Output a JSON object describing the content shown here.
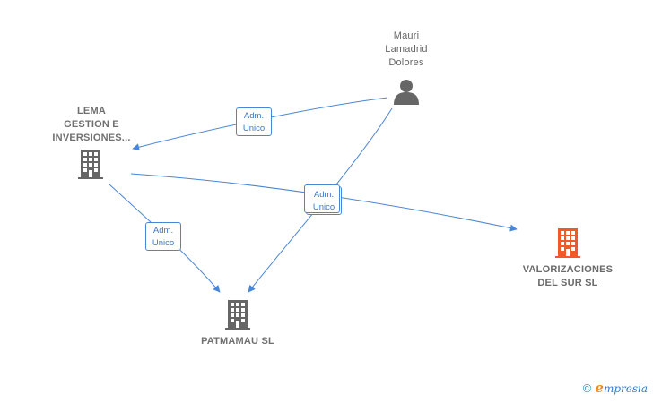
{
  "nodes": {
    "person": {
      "name_lines": [
        "Mauri",
        "Lamadrid",
        "Dolores"
      ],
      "icon": "person-icon",
      "color": "#666666"
    },
    "lema": {
      "name_lines": [
        "LEMA",
        "GESTION E",
        "INVERSIONES..."
      ],
      "icon": "building-icon",
      "color": "#666666"
    },
    "patmamau": {
      "name_lines": [
        "PATMAMAU  SL"
      ],
      "icon": "building-icon",
      "color": "#666666"
    },
    "valorizaciones": {
      "name_lines": [
        "VALORIZACIONES",
        "DEL SUR  SL"
      ],
      "icon": "building-icon",
      "color": "#f05a28"
    }
  },
  "edges": [
    {
      "from": "person",
      "to": "lema",
      "label_lines": [
        "Adm.",
        "Unico"
      ]
    },
    {
      "from": "person",
      "to": "patmamau",
      "label_lines": [
        "Adm.",
        "Unico"
      ]
    },
    {
      "from": "lema",
      "to": "valorizaciones",
      "label_lines": [
        "Adm.",
        "Unico"
      ]
    },
    {
      "from": "lema",
      "to": "patmamau",
      "label_lines": [
        "Adm.",
        "Unico"
      ]
    }
  ],
  "colors": {
    "edge": "#4a86d6",
    "node_default": "#666666",
    "node_focus": "#f05a28"
  },
  "footer": {
    "copyright_symbol": "©",
    "brand_initial": "e",
    "brand_rest": "mpresia"
  }
}
